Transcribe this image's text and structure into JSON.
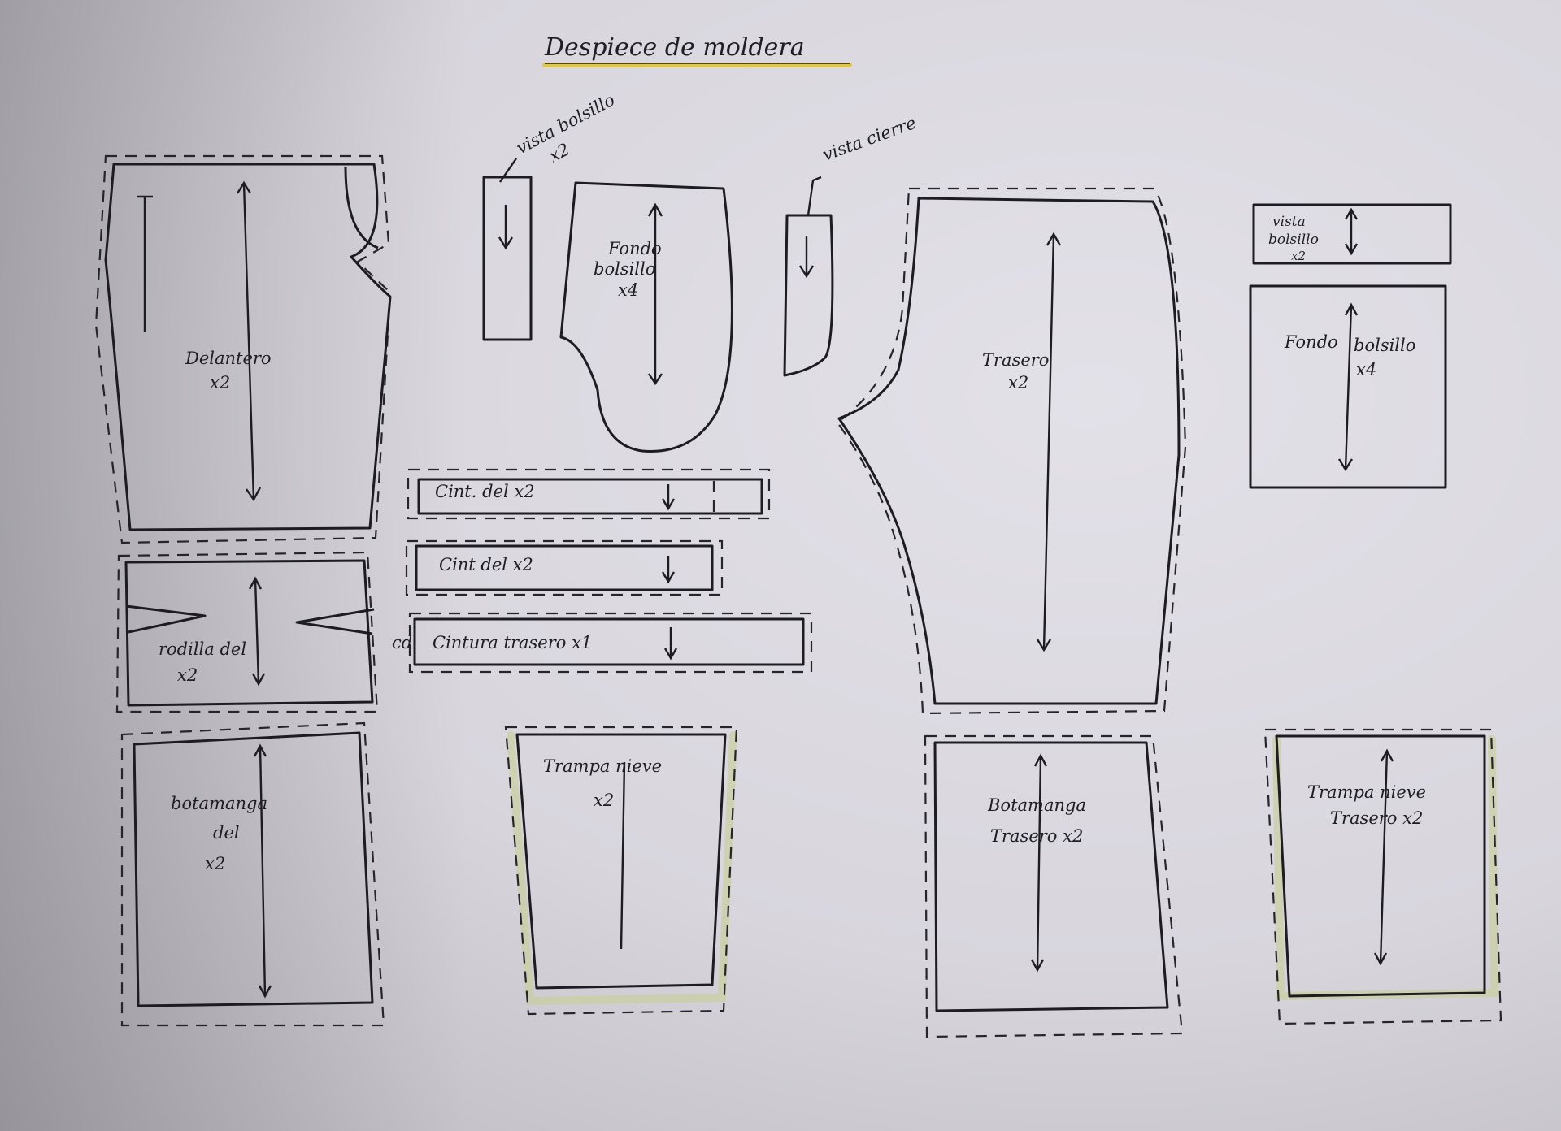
{
  "title": "Despiece de moldera",
  "colors": {
    "paper": "#dcdae1",
    "ink": "#1d1c22",
    "highlight": "#e2c63b",
    "glue": "#c9cf9a"
  },
  "pieces": {
    "delantero": {
      "name": "Delantero",
      "qty": "x2"
    },
    "vista_bolsillo": {
      "name": "vista bolsillo",
      "qty": "x2"
    },
    "fondo_bolsillo_1": {
      "name": "Fondo",
      "name2": "bolsillo",
      "qty": "x4"
    },
    "vista_cierre": {
      "name": "vista cierre"
    },
    "trasero": {
      "name": "Trasero",
      "qty": "x2"
    },
    "vista_bolsillo_2": {
      "name": "vista",
      "name2": "bolsillo",
      "qty": "x2"
    },
    "fondo_bolsillo_2": {
      "name": "Fondo",
      "name2": "bolsillo",
      "qty": "x4"
    },
    "cint_del_1": {
      "name": "Cint. del x2"
    },
    "cint_del_2": {
      "name": "Cint del x2"
    },
    "cintura_trasero": {
      "name": "Cintura trasero x1",
      "prefix": "cd"
    },
    "rodilla_del": {
      "name": "rodilla del",
      "qty": "x2"
    },
    "botamanga_del": {
      "name": "botamanga",
      "name2": "del",
      "qty": "x2"
    },
    "trampa_nieve_1": {
      "name": "Trampa nieve",
      "qty": "x2"
    },
    "botamanga_trasero": {
      "name": "Botamanga",
      "name2": "Trasero x2"
    },
    "trampa_nieve_trasero": {
      "name": "Trampa nieve",
      "name2": "Trasero x2"
    }
  }
}
